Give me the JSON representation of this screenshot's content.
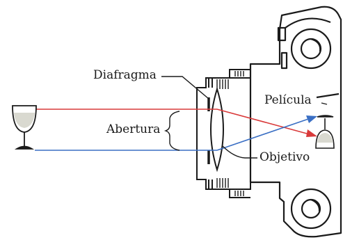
{
  "labels": {
    "diafragma": "Diafragma",
    "pelicula": "Película",
    "abertura": "Abertura",
    "objetivo": "Objetivo"
  },
  "colors": {
    "red_ray": "#d93a3a",
    "blue_ray": "#3a6fc4",
    "ink": "#1a1a1a"
  },
  "icons": {
    "subject": "wine-glass-icon",
    "image": "inverted-wine-glass-icon"
  }
}
